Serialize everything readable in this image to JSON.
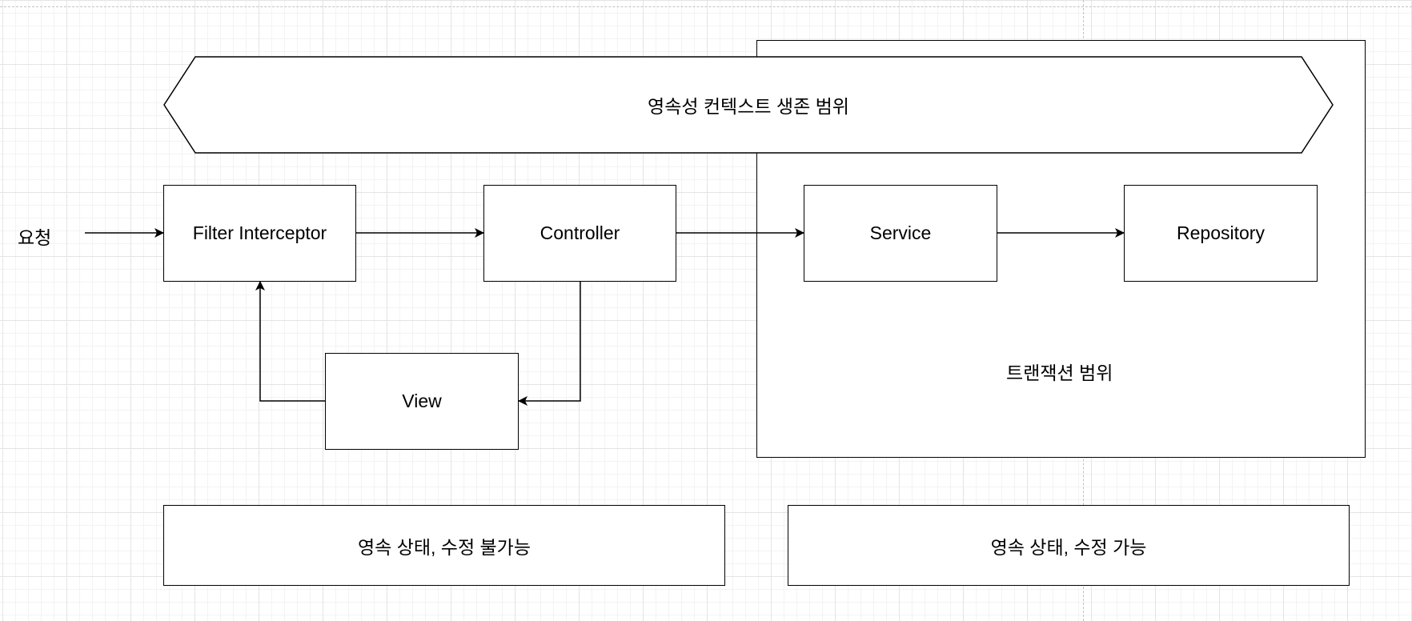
{
  "diagram": {
    "request_label": "요청",
    "persistence_context_scope": "영속성 컨텍스트 생존 범위",
    "transaction_scope": "트랜잭션 범위",
    "nodes": {
      "filter_interceptor": "Filter Interceptor",
      "controller": "Controller",
      "service": "Service",
      "repository": "Repository",
      "view": "View"
    },
    "notes": {
      "not_editable": "영속 상태, 수정 불가능",
      "editable": "영속 상태, 수정 가능"
    },
    "edges": [
      {
        "from": "요청",
        "to": "Filter Interceptor"
      },
      {
        "from": "Filter Interceptor",
        "to": "Controller"
      },
      {
        "from": "Controller",
        "to": "Service"
      },
      {
        "from": "Service",
        "to": "Repository"
      },
      {
        "from": "Controller",
        "to": "View"
      },
      {
        "from": "View",
        "to": "Filter Interceptor"
      }
    ]
  }
}
